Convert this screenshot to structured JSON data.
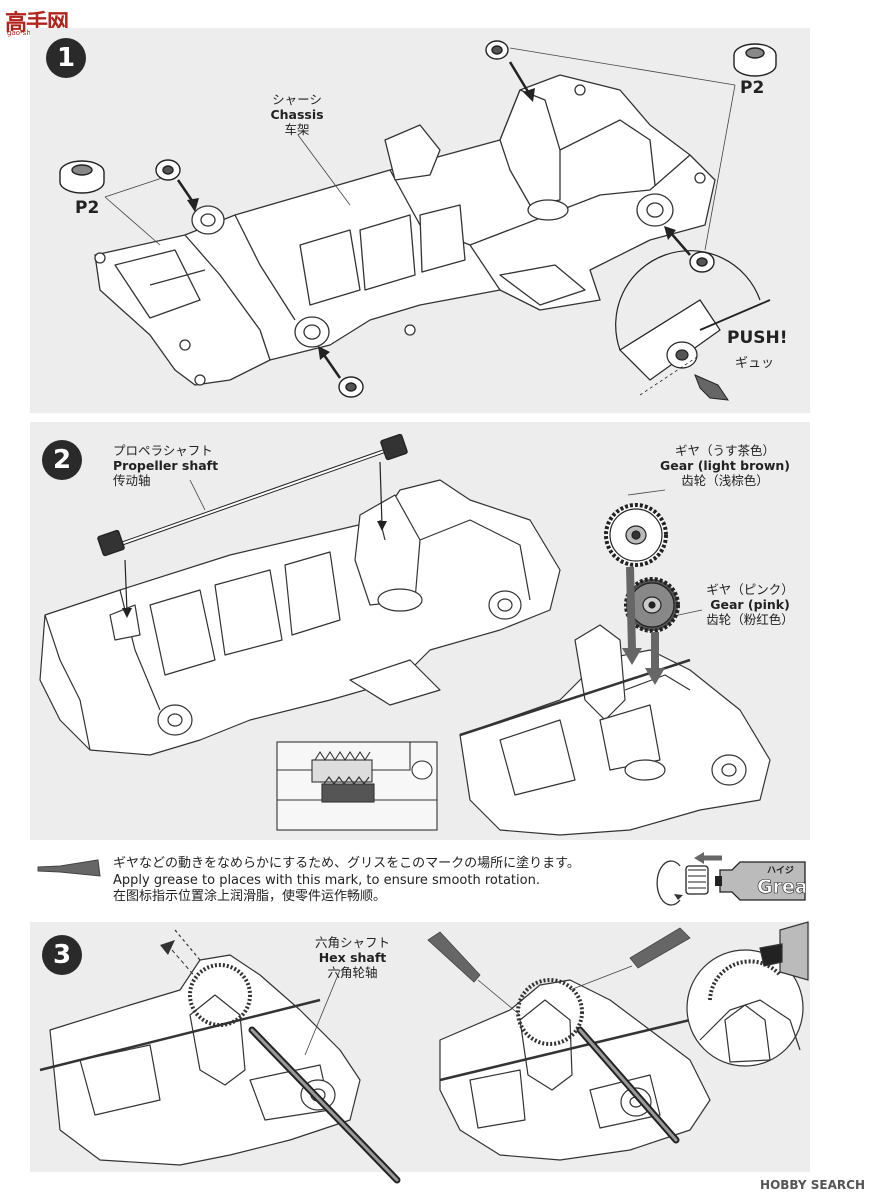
{
  "logo": {
    "main": "高手网",
    "sub": "gao-shou.net"
  },
  "steps": [
    {
      "number": "1",
      "labels": {
        "jp": "シャーシ",
        "en": "Chassis",
        "cn": "车架"
      },
      "part_left": "P2",
      "part_right": "P2",
      "push": {
        "en": "PUSH!",
        "jp": "ギュッ"
      }
    },
    {
      "number": "2",
      "shaft": {
        "jp": "プロペラシャフト",
        "en": "Propeller shaft",
        "cn": "传动轴"
      },
      "gear_brown": {
        "jp": "ギヤ（うす茶色）",
        "en": "Gear (light brown)",
        "cn": "齿轮（浅棕色）"
      },
      "gear_pink": {
        "jp": "ギヤ（ピンク）",
        "en": "Gear (pink)",
        "cn": "齿轮（粉红色）"
      }
    },
    {
      "number": "3",
      "hex": {
        "jp": "六角シャフト",
        "en": "Hex shaft",
        "cn": "六角轮轴"
      }
    }
  ],
  "grease": {
    "jp": "ギヤなどの動きをなめらかにするため、グリスをこのマークの場所に塗ります。",
    "en": "Apply grease to places with this mark, to ensure smooth rotation.",
    "cn": "在图标指示位置涂上润滑脂，使零件运作畅顺。",
    "tube_label": "Grea",
    "tube_jp": "ハイジ"
  },
  "watermark": "HOBBY SEARCH"
}
